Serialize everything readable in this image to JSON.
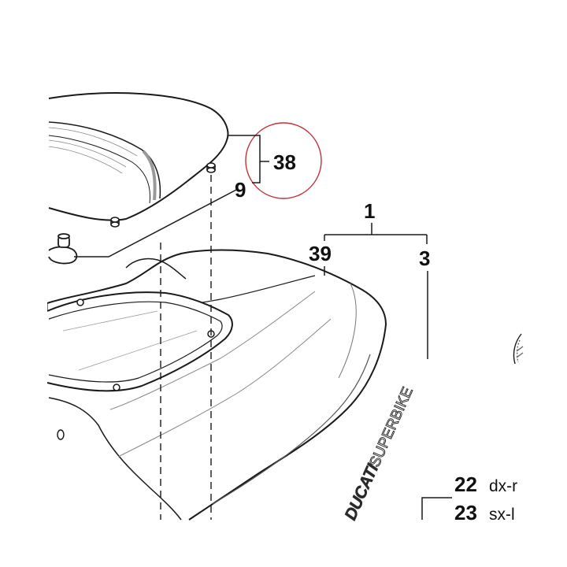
{
  "callouts": {
    "c38": "38",
    "c9": "9",
    "c1": "1",
    "c39": "39",
    "c3": "3",
    "c22": "22",
    "c23": "23"
  },
  "side_labels": {
    "s22": "dx-r",
    "s23": "sx-l"
  },
  "decal": {
    "brand": "DUCATI",
    "model": "SUPERBIKE"
  },
  "colors": {
    "highlight_circle": "#c0323c",
    "line": "#1a1a1a",
    "shade": "#cfcfcf"
  }
}
